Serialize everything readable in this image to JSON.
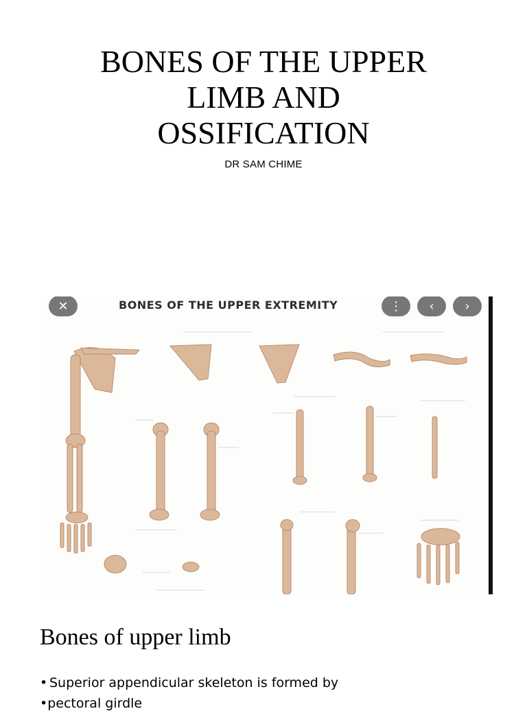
{
  "slide_title": {
    "line1": "BONES OF THE UPPER",
    "line2": "LIMB AND",
    "line3": "OSSIFICATION"
  },
  "slide_author": "DR SAM CHIME",
  "figure": {
    "title": "BONES OF THE UPPER EXTREMITY",
    "close_icon": "close-icon",
    "more_icon": "more-vertical-icon",
    "prev_icon": "chevron-left-icon",
    "next_icon": "chevron-right-icon",
    "bone_color": "#dcb89a",
    "bone_shadow": "#b98d6f"
  },
  "section": {
    "heading": "Bones of upper limb",
    "bullet_1": "Superior appendicular skeleton is formed by",
    "bullet_2": "pectoral girdle"
  }
}
